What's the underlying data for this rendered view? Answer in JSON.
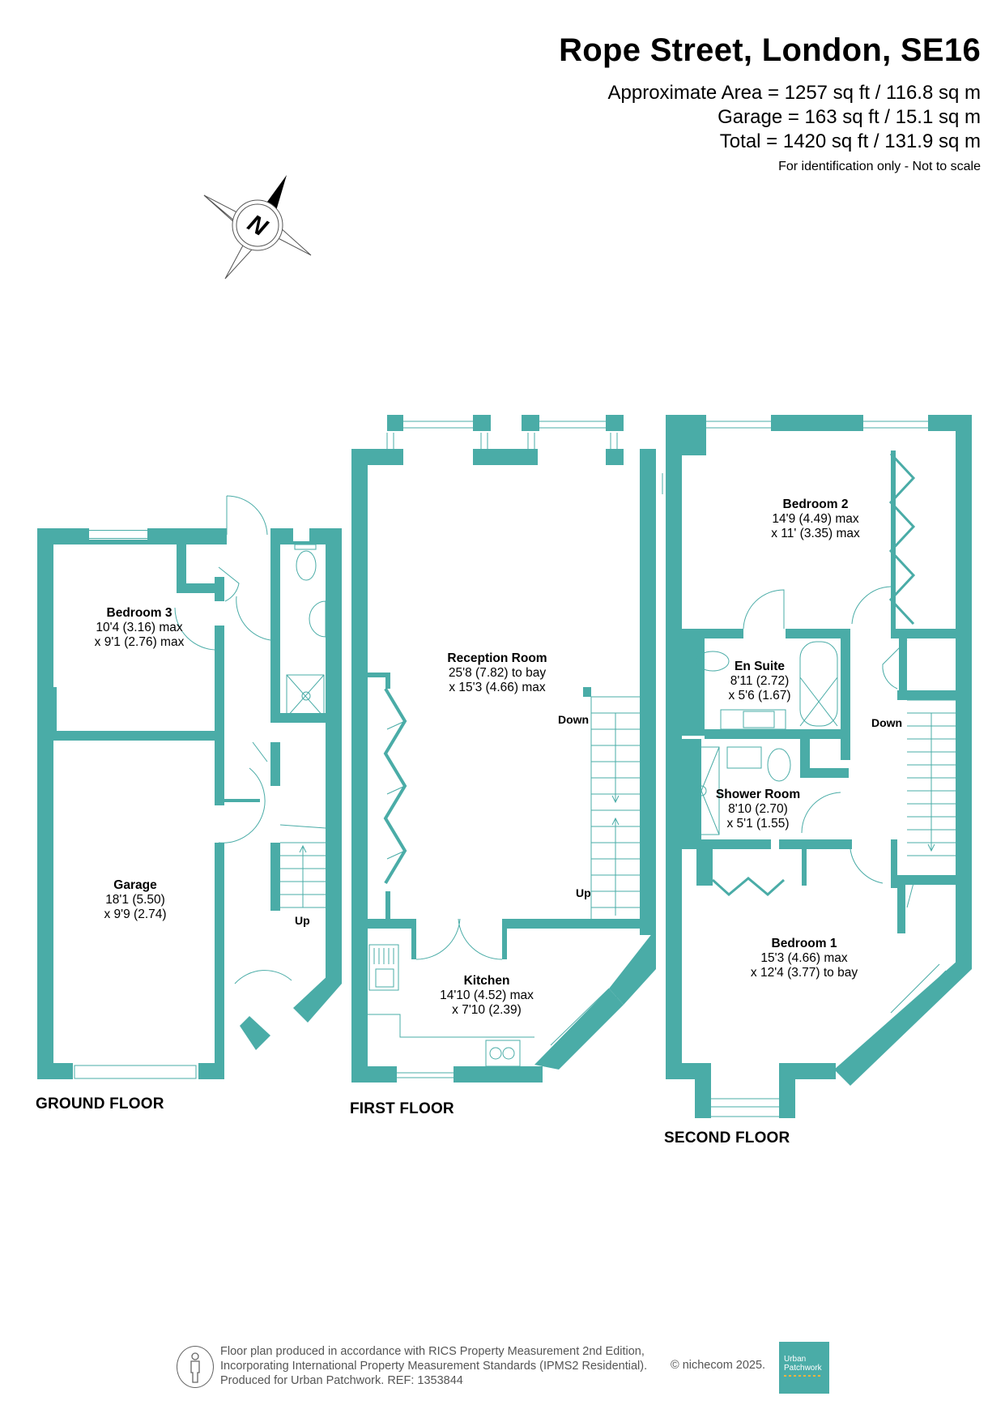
{
  "header": {
    "title": "Rope Street, London, SE16",
    "approximate_area": "Approximate Area = 1257 sq ft / 116.8 sq m",
    "garage_area": "Garage = 163 sq ft / 15.1 sq m",
    "total_area": "Total = 1420 sq ft / 131.9 sq m",
    "note": "For identification only - Not to scale"
  },
  "compass": {
    "label": "N"
  },
  "colors": {
    "wall": "#4aaca7",
    "text": "#000000",
    "footer_text": "#555555"
  },
  "floors": [
    {
      "label": "GROUND FLOOR",
      "rooms": [
        {
          "name": "Bedroom 3",
          "dim1": "10'4 (3.16) max",
          "dim2": "x 9'1 (2.76) max"
        },
        {
          "name": "Garage",
          "dim1": "18'1 (5.50)",
          "dim2": "x 9'9 (2.74)"
        }
      ],
      "stairs": [
        "Up"
      ]
    },
    {
      "label": "FIRST FLOOR",
      "rooms": [
        {
          "name": "Reception Room",
          "dim1": "25'8 (7.82) to bay",
          "dim2": "x 15'3 (4.66) max"
        },
        {
          "name": "Kitchen",
          "dim1": "14'10 (4.52) max",
          "dim2": "x 7'10 (2.39)"
        }
      ],
      "stairs": [
        "Down",
        "Up"
      ]
    },
    {
      "label": "SECOND FLOOR",
      "rooms": [
        {
          "name": "Bedroom 2",
          "dim1": "14'9 (4.49) max",
          "dim2": "x 11' (3.35) max"
        },
        {
          "name": "En Suite",
          "dim1": "8'11 (2.72)",
          "dim2": "x 5'6 (1.67)"
        },
        {
          "name": "Shower Room",
          "dim1": "8'10 (2.70)",
          "dim2": "x 5'1 (1.55)"
        },
        {
          "name": "Bedroom 1",
          "dim1": "15'3 (4.66) max",
          "dim2": "x 12'4 (3.77) to bay"
        }
      ],
      "stairs": [
        "Down"
      ]
    }
  ],
  "footer": {
    "line1": "Floor plan produced in accordance with RICS Property Measurement 2nd Edition,",
    "line2": "Incorporating International Property Measurement Standards (IPMS2 Residential).",
    "line3": "Produced for Urban Patchwork.   REF:  1353844",
    "copyright": "© nichecom 2025.",
    "logo_line1": "Urban",
    "logo_line2": "Patchwork"
  }
}
